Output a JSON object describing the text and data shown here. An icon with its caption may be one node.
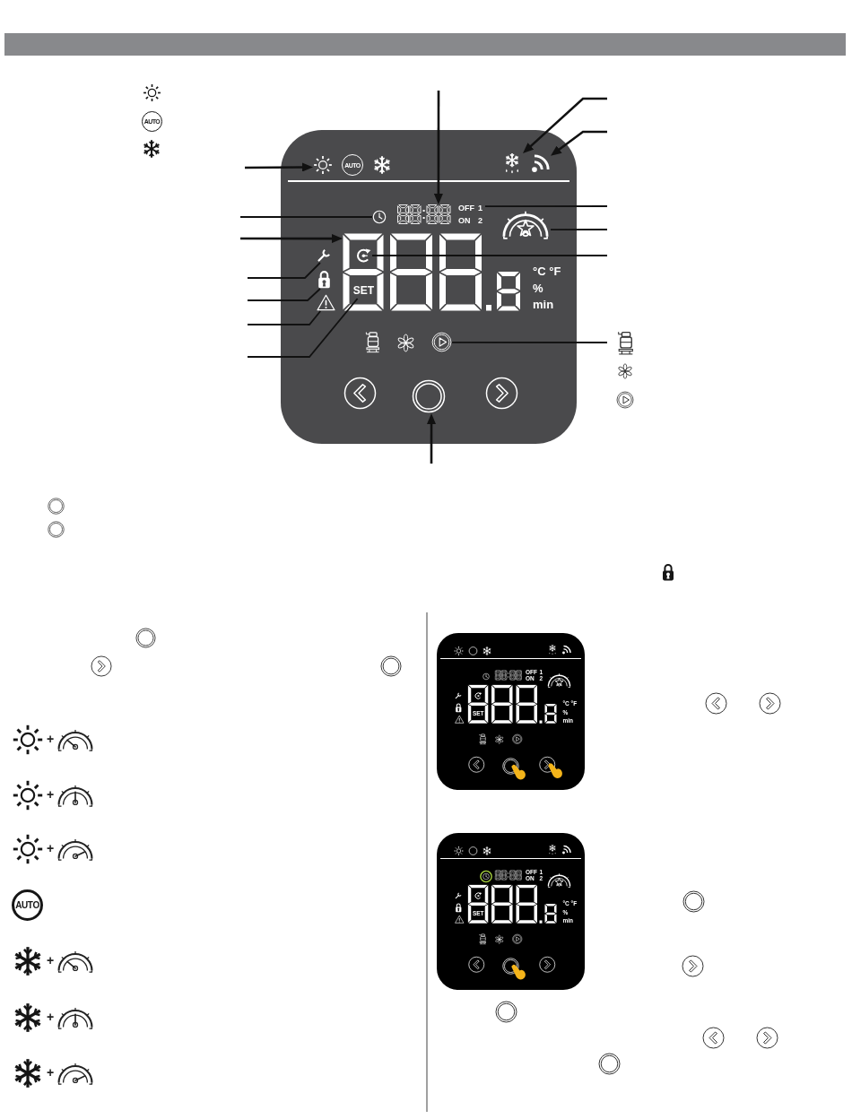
{
  "diagram": {
    "nodes": [
      {
        "text": [
          "°C °F",
          "%",
          "min"
        ]
      },
      {
        "text": [
          "AUTO"
        ],
        "in": 0
      },
      {
        "text": [],
        "shape": "picture",
        "in": 0
      },
      {
        "text": [],
        "shape": "picture",
        "in": 0
      },
      {
        "text": [],
        "shape": "picture",
        "in": 0
      },
      {
        "text": [],
        "shape": "picture",
        "in": 0
      },
      {
        "text": [
          "OFF 1",
          "ON 2"
        ],
        "in": 0
      },
      {
        "text": [],
        "shape": "picture",
        "in": 0
      },
      {
        "text": [],
        "shape": "picture",
        "in": 0
      },
      {
        "text": [],
        "shape": "picture",
        "in": 8
      },
      {
        "text": [],
        "shape": "picture",
        "in": 0
      },
      {
        "text": [],
        "shape": "picture",
        "in": 0
      },
      {
        "text": [
          "SET"
        ],
        "in": 8
      },
      {
        "text": [],
        "shape": "picture",
        "in": 0
      },
      {
        "text": [],
        "shape": "picture",
        "in": 0
      },
      {
        "text": [],
        "shape": "picture",
        "in": 0
      },
      {
        "text": [],
        "shape": "picture",
        "in": 0
      },
      {
        "text": [],
        "shape": "circle",
        "in": 0
      },
      {
        "text": [
          "OFF 1",
          "ON 2",
          "SET",
          "°C °F",
          "%",
          "min"
        ]
      },
      {
        "text": [
          "OFF 1",
          "ON 2",
          "SET",
          "°C °F",
          "%",
          "min"
        ]
      }
    ],
    "edges": [
      {
        "from": null,
        "to": 1,
        "arrow": "to"
      },
      {
        "from": null,
        "to": 5,
        "arrow": "to"
      },
      {
        "from": null,
        "to": 4,
        "arrow": "none"
      },
      {
        "from": null,
        "to": 8,
        "arrow": "to"
      },
      {
        "from": null,
        "to": 10,
        "arrow": "none"
      },
      {
        "from": null,
        "to": 11,
        "arrow": "none"
      },
      {
        "from": null,
        "to": 13,
        "arrow": "none"
      },
      {
        "from": null,
        "to": 12,
        "arrow": "none"
      },
      {
        "from": null,
        "to": 2,
        "arrow": "to"
      },
      {
        "from": null,
        "to": 3,
        "arrow": "to"
      },
      {
        "from": null,
        "to": 6,
        "arrow": "none"
      },
      {
        "from": null,
        "to": 7,
        "arrow": "none"
      },
      {
        "from": null,
        "to": 9,
        "arrow": "none"
      },
      {
        "from": null,
        "to": 16,
        "arrow": "none"
      },
      {
        "from": null,
        "to": 17,
        "arrow": "to"
      }
    ],
    "labels": [
      "AUTO",
      "+",
      "+",
      "+",
      "AUTO",
      "+",
      "+",
      "+"
    ]
  }
}
